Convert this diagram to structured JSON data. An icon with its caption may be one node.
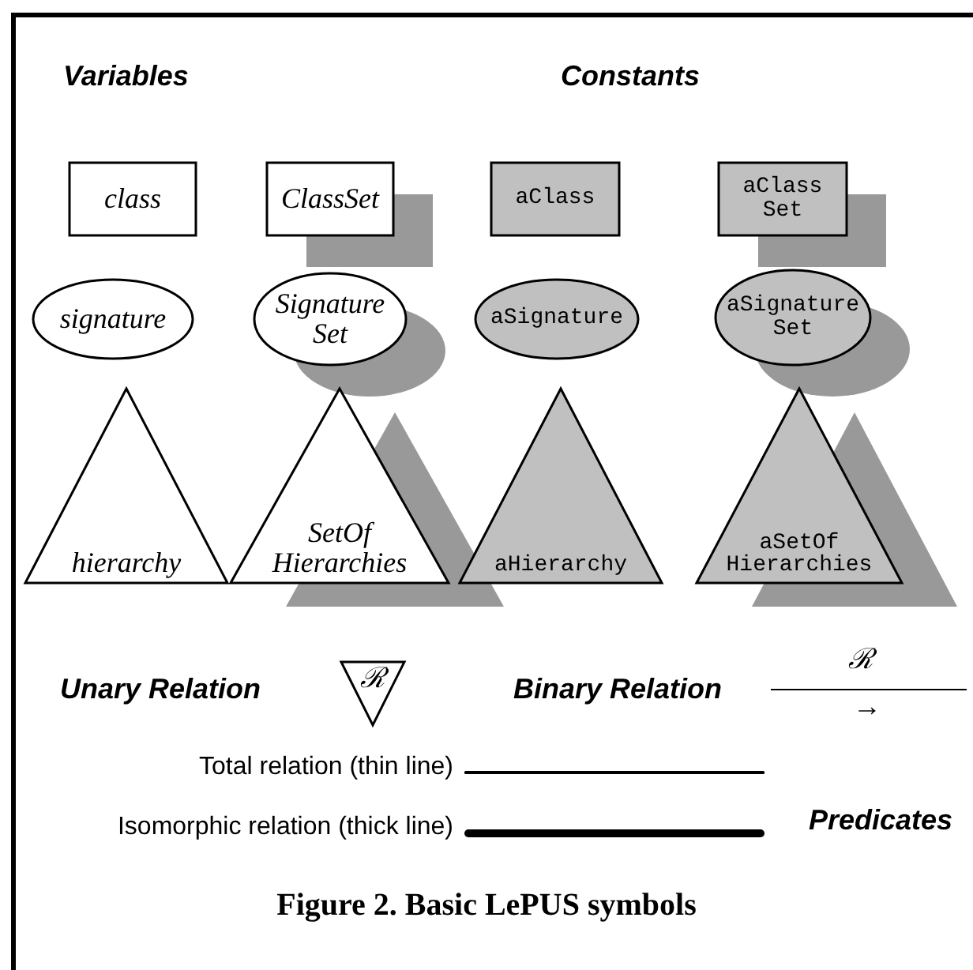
{
  "diagram": {
    "caption": "Figure 2. Basic LePUS symbols",
    "nodes": [
      {
        "text": [
          "class"
        ]
      },
      {
        "text": [
          "ClassSet"
        ]
      },
      {
        "text": [
          "aClass"
        ]
      },
      {
        "text": [
          "aClass Set"
        ]
      },
      {
        "text": [
          "signature"
        ]
      },
      {
        "text": [
          "Signature Set"
        ]
      },
      {
        "text": [
          "aSignature"
        ]
      },
      {
        "text": [
          "aSignature Set"
        ]
      },
      {
        "text": [
          "hierarchy"
        ]
      },
      {
        "text": [
          "SetOf Hierarchies"
        ]
      },
      {
        "text": [
          "aHierarchy"
        ]
      },
      {
        "text": [
          "aSetOf Hierarchies"
        ]
      },
      {
        "text": [
          "ℛ"
        ]
      }
    ],
    "edges": [],
    "labels": [
      "Variables",
      "Constants",
      "Unary Relation",
      "Binary Relation",
      "ℛ",
      "→",
      "Predicates"
    ],
    "legend": [
      {
        "text": "Total relation (thin line)"
      },
      {
        "text": "Isomorphic relation (thick line)"
      }
    ]
  }
}
